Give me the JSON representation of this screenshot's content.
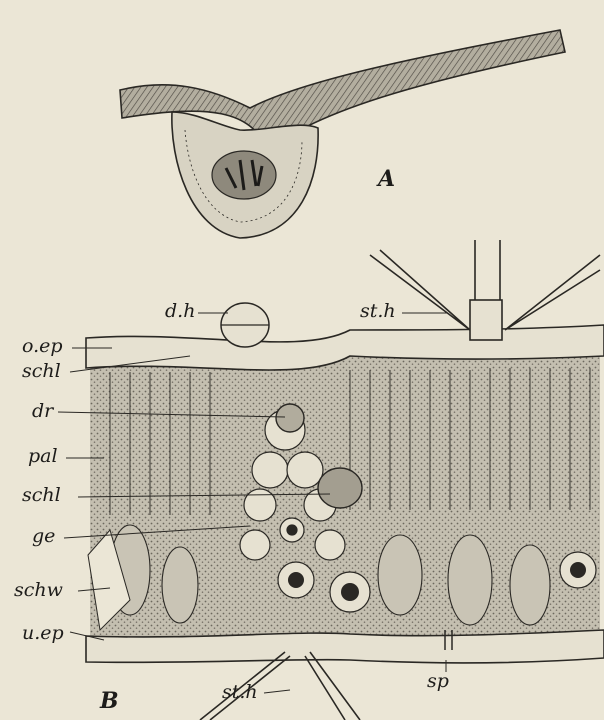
{
  "figure": {
    "panels": [
      {
        "id": "A",
        "letter": "A"
      },
      {
        "id": "B",
        "letter": "B"
      }
    ],
    "labels": {
      "dh": "d.h",
      "sth_top": "st.h",
      "oep": "o.ep",
      "schl_1": "schl",
      "dr": "dr",
      "pal": "pal",
      "schl_2": "schl",
      "ge": "ge",
      "schw": "schw",
      "uep": "u.ep",
      "sp": "sp",
      "sth_bottom": "st.h"
    },
    "colors": {
      "paper": "#ebe6d6",
      "ink": "#2a2824",
      "tissue": "#bdb8a9",
      "cell_fill": "#e6e1d1"
    }
  }
}
